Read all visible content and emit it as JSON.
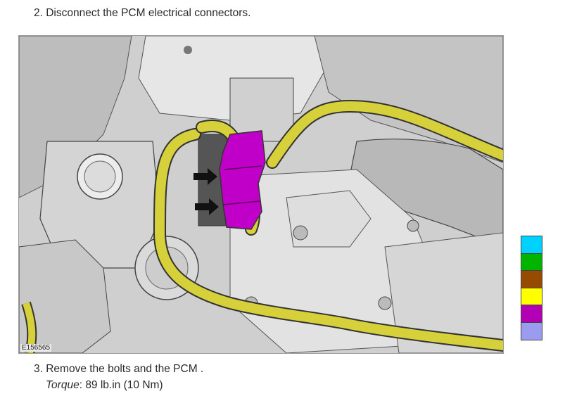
{
  "steps": {
    "step2": "2. Disconnect the PCM electrical connectors.",
    "step3": "3. Remove the bolts and the PCM .",
    "torque_label": "Torque",
    "torque_value": ": 89 lb.in (10 Nm)"
  },
  "figure": {
    "id": "E156565"
  },
  "legend": {
    "colors": [
      "#00d2ff",
      "#00b400",
      "#964b00",
      "#ffff00",
      "#b400b4",
      "#9b9bf0"
    ]
  }
}
